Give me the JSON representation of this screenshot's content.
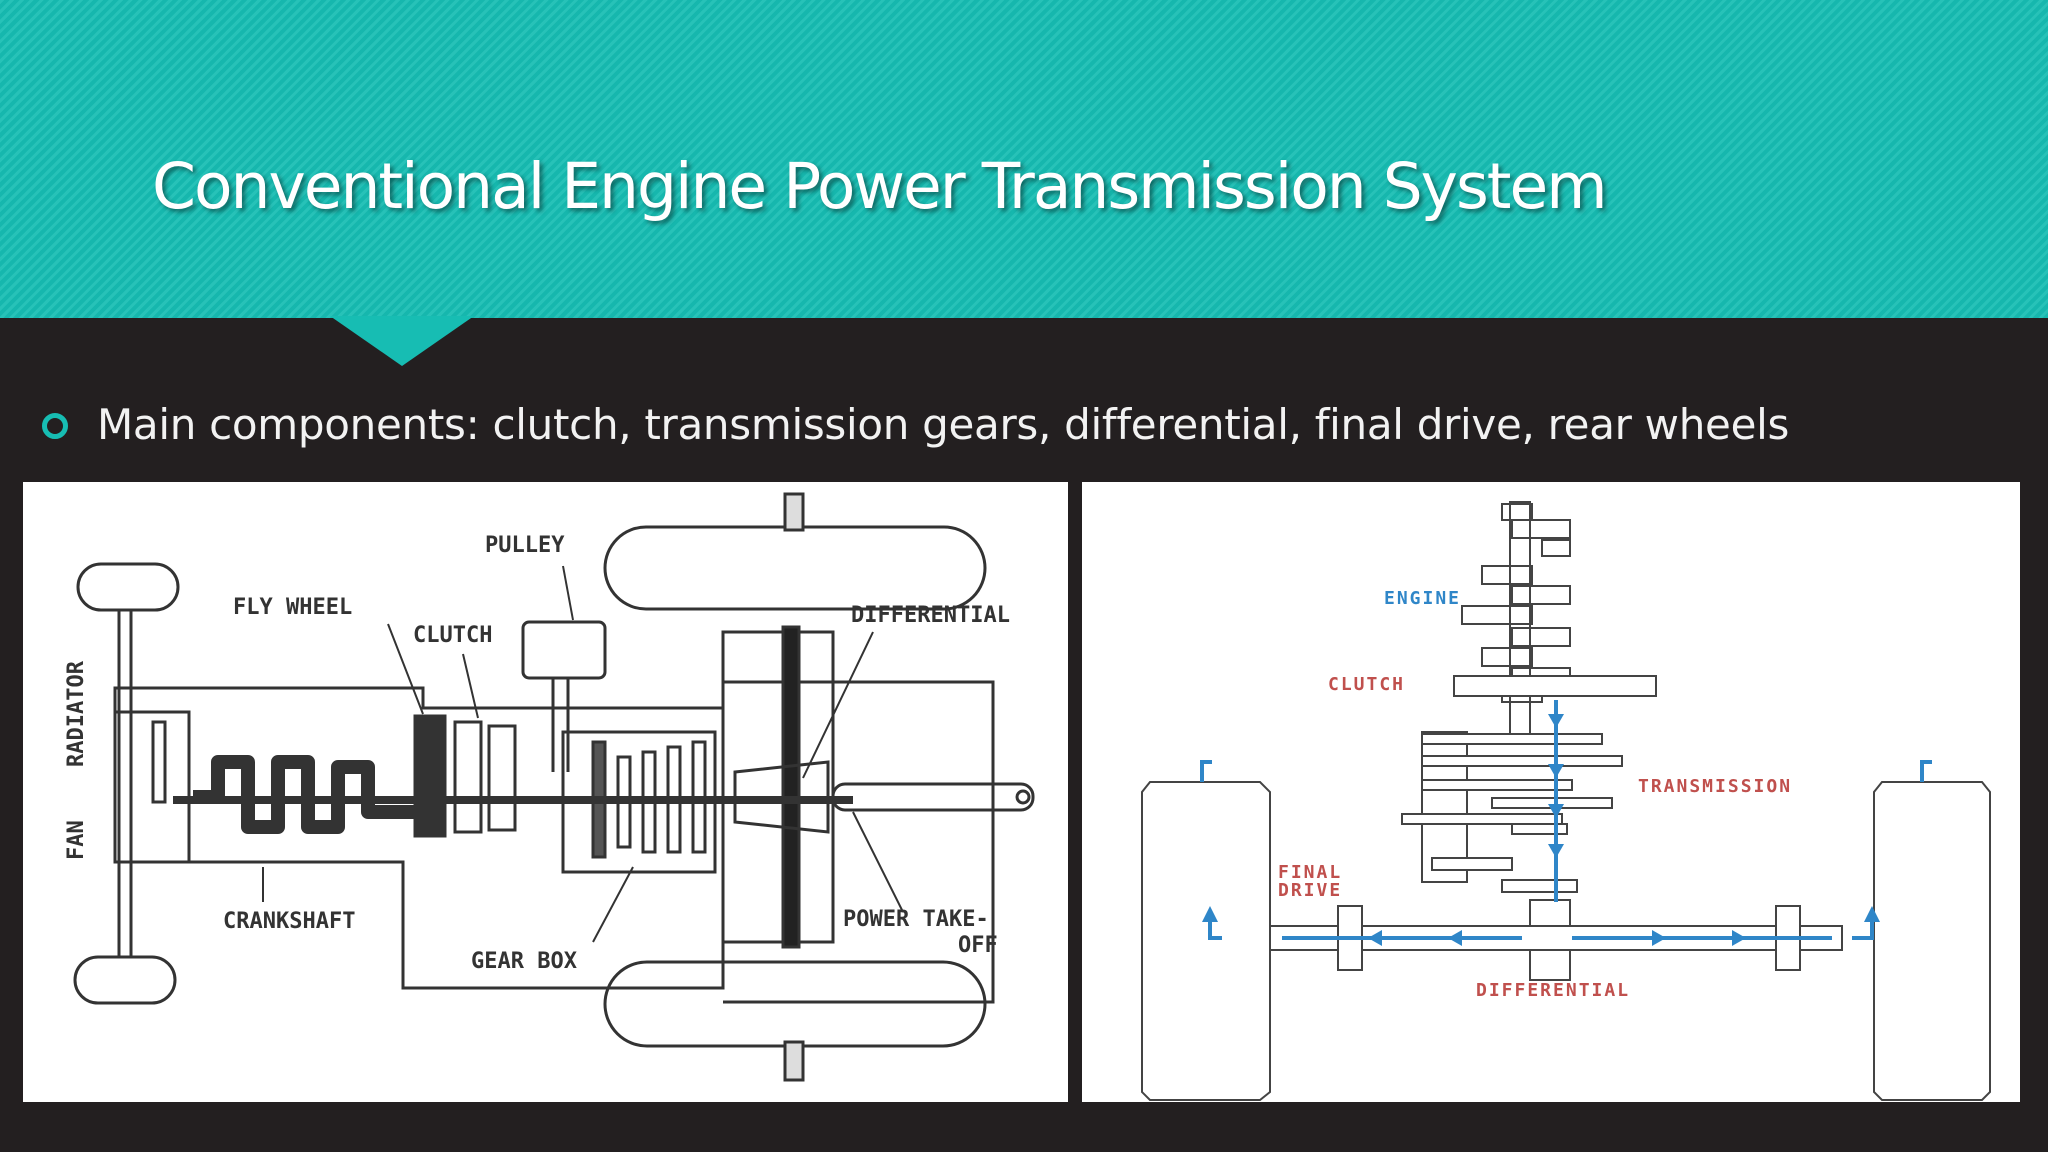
{
  "slide": {
    "title": "Conventional Engine Power Transmission System",
    "bullet": "Main components: clutch, transmission gears, differential, final drive, rear wheels"
  },
  "colors": {
    "accent": "#17bdb3",
    "background": "#231f20",
    "title_text": "#ffffff",
    "body_text": "#f2f2f2",
    "diagram_arrow": "#2f86c8"
  },
  "left_diagram": {
    "labels": {
      "pulley": "PULLEY",
      "fly_wheel": "FLY WHEEL",
      "clutch": "CLUTCH",
      "differential": "DIFFERENTIAL",
      "radiator": "RADIATOR",
      "fan": "FAN",
      "crankshaft": "CRANKSHAFT",
      "gear_box": "GEAR BOX",
      "power_take": "POWER TAKE-",
      "off": "OFF"
    }
  },
  "right_diagram": {
    "labels": {
      "engine": "ENGINE",
      "clutch": "CLUTCH",
      "transmission": "TRANSMISSION",
      "final": "FINAL",
      "drive": "DRIVE",
      "differential": "DIFFERENTIAL"
    }
  }
}
